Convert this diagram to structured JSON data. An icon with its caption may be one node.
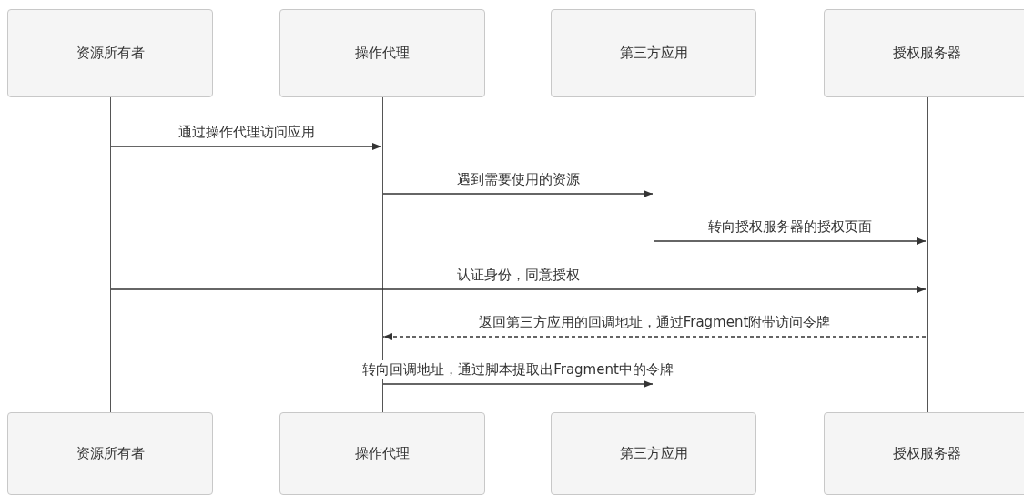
{
  "diagram": {
    "nodes": [
      {
        "text": [
          "资源所有者"
        ]
      },
      {
        "text": [
          "操作代理"
        ]
      },
      {
        "text": [
          "第三方应用"
        ]
      },
      {
        "text": [
          "授权服务器"
        ]
      },
      {
        "text": [
          "资源所有者"
        ]
      },
      {
        "text": [
          "操作代理"
        ]
      },
      {
        "text": [
          "第三方应用"
        ]
      },
      {
        "text": [
          "授权服务器"
        ]
      },
      {
        "text": [],
        "shape": "bar"
      },
      {
        "text": [],
        "shape": "bar"
      },
      {
        "text": [],
        "shape": "bar"
      },
      {
        "text": [],
        "shape": "bar"
      }
    ],
    "edges": [
      {
        "from": 8,
        "to": 9,
        "arrow": "to",
        "label": "通过操作代理访问应用"
      },
      {
        "from": 9,
        "to": 10,
        "arrow": "to",
        "label": "遇到需要使用的资源"
      },
      {
        "from": 10,
        "to": 11,
        "arrow": "to",
        "label": "转向授权服务器的授权页面"
      },
      {
        "from": 8,
        "to": 11,
        "arrow": "to",
        "label": "认证身份，同意授权"
      },
      {
        "from": 11,
        "to": 9,
        "arrow": "to",
        "label": "返回第三方应用的回调地址，通过Fragment附带访问令牌",
        "style": "dashed"
      },
      {
        "from": 9,
        "to": 10,
        "arrow": "to",
        "label": "转向回调地址，通过脚本提取出Fragment中的令牌"
      }
    ]
  }
}
